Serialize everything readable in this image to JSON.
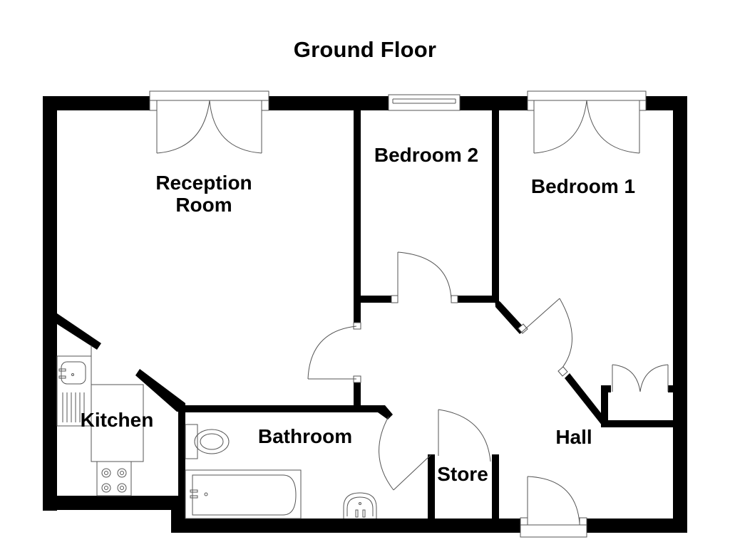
{
  "plan": {
    "title": "Ground Floor",
    "colors": {
      "wall": "#000000",
      "fixture_line": "#555555",
      "background": "#ffffff"
    },
    "rooms": [
      {
        "id": "reception",
        "label_line1": "Reception",
        "label_line2": "Room"
      },
      {
        "id": "bedroom2",
        "label": "Bedroom 2"
      },
      {
        "id": "bedroom1",
        "label": "Bedroom 1"
      },
      {
        "id": "kitchen",
        "label": "Kitchen"
      },
      {
        "id": "bathroom",
        "label": "Bathroom"
      },
      {
        "id": "store",
        "label": "Store"
      },
      {
        "id": "hall",
        "label": "Hall"
      }
    ],
    "fixtures": [
      "french-doors-reception",
      "window-bedroom2",
      "french-doors-bedroom1",
      "kitchen-sink",
      "hob",
      "toilet",
      "bath",
      "basin",
      "wardrobe",
      "front-door"
    ]
  }
}
